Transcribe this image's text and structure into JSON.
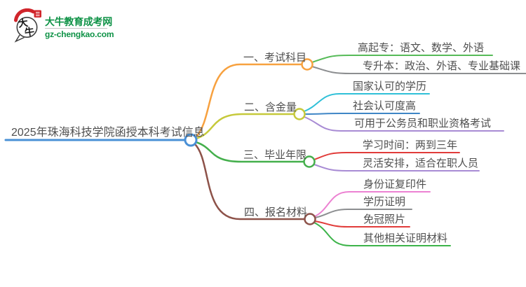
{
  "logo": {
    "site_name": "大牛教育成考网",
    "site_domain": "gz-chengkao.com",
    "brand_color": "#0e9246",
    "accent_red": "#d0252b",
    "icon_text_top": "大",
    "icon_text_bottom": "牛"
  },
  "mindmap": {
    "text_color": "#4f4f4f",
    "root": {
      "label": "2025年珠海科技学院函授本科考试信息",
      "color": "#4a90d6"
    },
    "branches": [
      {
        "label": "一、考试科目",
        "color": "#f7a13f",
        "children": [
          {
            "label": "高起专：语文、数学、外语",
            "color": "#56bb58"
          },
          {
            "label": "专升本：政治、外语、专业基础课",
            "color": "#8c8e90"
          }
        ]
      },
      {
        "label": "二、含金量",
        "color": "#c6c93b",
        "children": [
          {
            "label": "国家认可的学历",
            "color": "#2fc0d8"
          },
          {
            "label": "社会认可度高",
            "color": "#3f86c6"
          },
          {
            "label": "可用于公务员和职业资格考试",
            "color": "#a88bd4"
          }
        ]
      },
      {
        "label": "三、毕业年限",
        "color": "#44af4c",
        "children": [
          {
            "label": "学习时间：两到三年",
            "color": "#e13c3a"
          },
          {
            "label": "灵活安排，适合在职人员",
            "color": "#a88bd4"
          }
        ]
      },
      {
        "label": "四、报名材料",
        "color": "#8d5249",
        "children": [
          {
            "label": "身份证复印件",
            "color": "#ec82d2"
          },
          {
            "label": "学历证明",
            "color": "#8c8e90"
          },
          {
            "label": "免冠照片",
            "color": "#e13c3a"
          },
          {
            "label": "其他相关证明材料",
            "color": "#3db44a"
          }
        ]
      }
    ]
  }
}
